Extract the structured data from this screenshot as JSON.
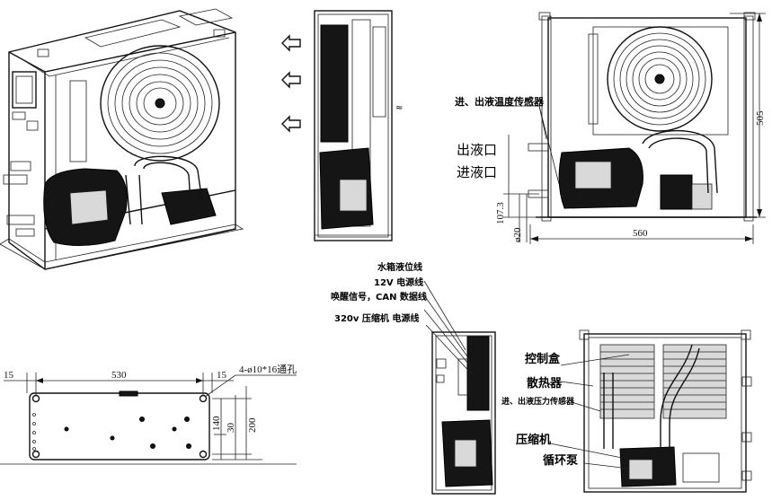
{
  "views": {
    "front": {
      "labels": {
        "temp_sensor": "进、出液温度传感器",
        "outlet": "出液口",
        "inlet": "进液口"
      },
      "dims": {
        "height": "505",
        "width": "560",
        "inlet_height": "107.3",
        "pipe_dia": "ø20"
      }
    },
    "base": {
      "dims": {
        "margin_left": "15",
        "span": "530",
        "margin_right": "15",
        "depth": "200",
        "hole_y": "140",
        "hole_offset": "30"
      },
      "hole_note": "4-ø10*16通孔"
    },
    "side": {
      "cables": {
        "water_level": "水箱液位线",
        "power_12v": "12V 电源线",
        "can": "唤醒信号，CAN 数据线",
        "comp_power": "320v 压缩机 电源线"
      }
    },
    "internal": {
      "labels": {
        "control_box": "控制盒",
        "radiator": "散热器",
        "pressure_sensor": "进、出液压力传感器",
        "compressor": "压缩机",
        "pump": "循环泵"
      }
    }
  },
  "annotations": {
    "flow_arrow_count": 3
  }
}
